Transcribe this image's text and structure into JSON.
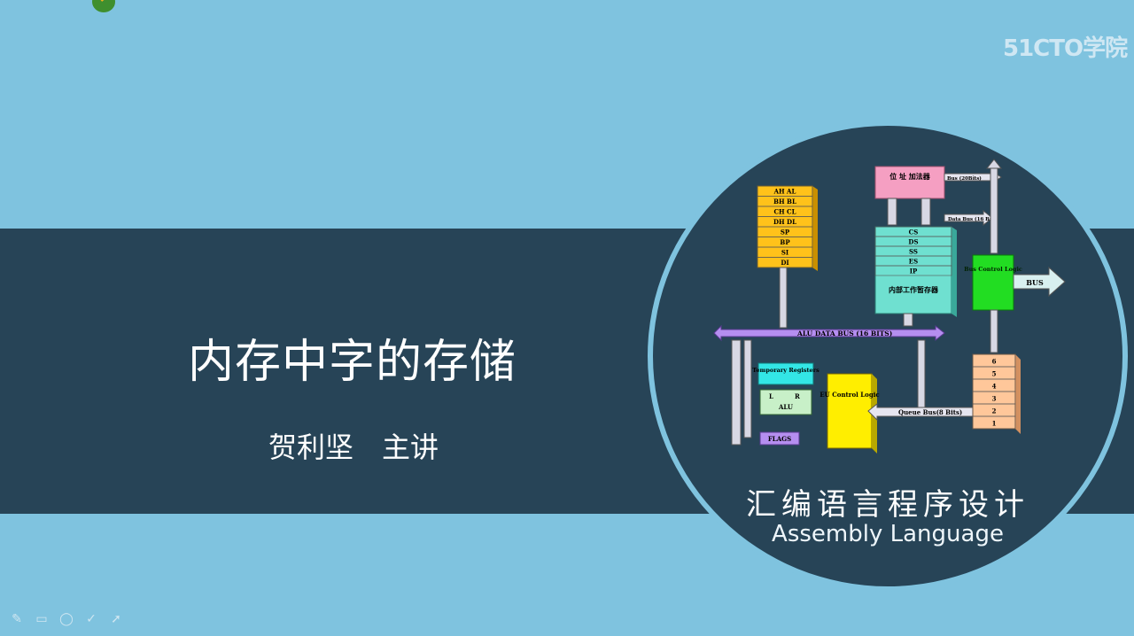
{
  "slide": {
    "title": "内存中字的存储",
    "presenter": "贺利坚　主讲",
    "watermark": "51CTO学院",
    "course_title": "汇编语言程序设计",
    "course_subtitle": "Assembly Language"
  },
  "diagram": {
    "registers": [
      "AH AL",
      "BH BL",
      "CH CL",
      "DH DL",
      "SP",
      "BP",
      "SI",
      "DI"
    ],
    "segment_registers": [
      "CS",
      "DS",
      "SS",
      "ES",
      "IP"
    ],
    "internal_regs_label": "内部工作暂存器",
    "address_adder": "位 址 加法器",
    "bus_20": "Bus (20Bits)",
    "data_bus_16": "Data Bus (16 Bits)",
    "alu_data_bus": "ALU DATA BUS (16 BITS)",
    "bus_control": "Bus Control Logic",
    "bus": "BUS",
    "temp_registers": "Temporary Registers",
    "alu": "ALU",
    "flags": "FLAGS",
    "eu_control": "EU Control Logic",
    "queue_bus": "Queue Bus(8 Bits)",
    "queue": [
      "6",
      "5",
      "4",
      "3",
      "2",
      "1"
    ]
  },
  "colors": {
    "background": "#7fc3df",
    "band": "#274457",
    "register": "#ffc21a",
    "segment": "#6fe0d0",
    "adder": "#f59fc2",
    "bus_control": "#22dd22",
    "eu": "#ffee00",
    "queue": "#ffc79a",
    "alu_bus": "#b58ef0"
  },
  "toolbar": [
    "pen-icon",
    "eraser-icon",
    "shape-icon",
    "check-icon",
    "pointer-icon"
  ]
}
